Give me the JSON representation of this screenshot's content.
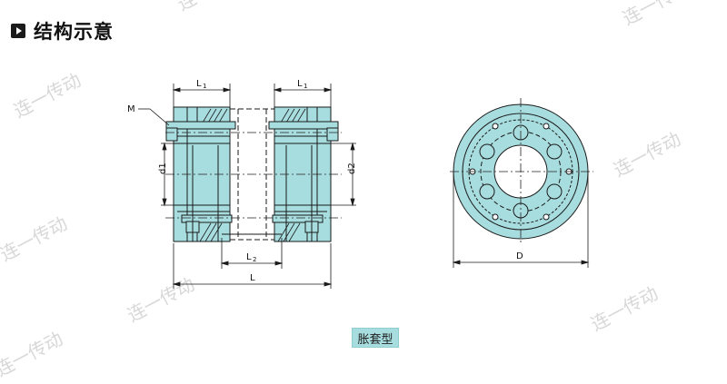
{
  "header": {
    "title": "结构示意",
    "marker_icon": "play-square-icon"
  },
  "labels": {
    "m": "M",
    "l1_left": "L",
    "l1_left_sub": "1",
    "l1_right": "L",
    "l1_right_sub": "1",
    "d1": "d1",
    "d2": "d2",
    "l2": "L",
    "l2_sub": "2",
    "l_total": "L",
    "d_dia": "D"
  },
  "caption": "胀套型",
  "watermark": "连一传动",
  "colors": {
    "fill": "#a8dde0",
    "stroke": "#1a1a1a",
    "centerline": "#222222"
  }
}
